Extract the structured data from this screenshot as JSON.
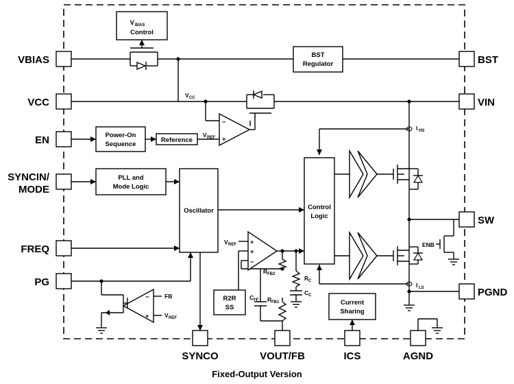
{
  "caption": "Fixed-Output Version",
  "pins": {
    "vbias": "VBIAS",
    "vcc": "VCC",
    "en": "EN",
    "syncin_1": "SYNCIN/",
    "syncin_2": "MODE",
    "freq": "FREQ",
    "pg": "PG",
    "bst": "BST",
    "vin": "VIN",
    "sw": "SW",
    "pgnd": "PGND",
    "synco": "SYNCO",
    "vout": "VOUT/FB",
    "ics": "ICS",
    "agnd": "AGND"
  },
  "blocks": {
    "vbias_ctrl_1": "V",
    "vbias_ctrl_sub": "BIAS",
    "vbias_ctrl_2": "Control",
    "bst_reg_1": "BST",
    "bst_reg_2": "Regulator",
    "por_1": "Power-On",
    "por_2": "Sequence",
    "reference": "Reference",
    "pll_1": "PLL and",
    "pll_2": "Mode Logic",
    "oscillator": "Oscillator",
    "ctrl_1": "Control",
    "ctrl_2": "Logic",
    "r2r_1": "R2R",
    "r2r_2": "SS",
    "share_1": "Current",
    "share_2": "Sharing"
  },
  "signals": {
    "vcc_node": "V",
    "vcc_node_sub": "CC",
    "vref_ldo": "V",
    "vref_ldo_sub": "REF",
    "vref_ea": "V",
    "vref_ea_sub": "REF",
    "vref_pg": "V",
    "vref_pg_sub": "REF",
    "fb": "FB",
    "ihs": "I",
    "ihs_sub": "HS",
    "ils": "I",
    "ils_sub": "LS",
    "enb": "ENB",
    "rfb2": "R",
    "rfb2_sub": "FB2",
    "rfb1": "R",
    "rfb1_sub": "FB1",
    "cff": "C",
    "cff_sub": "FF",
    "rc": "R",
    "rc_sub": "C",
    "cc": "C",
    "cc_sub": "C",
    "plus": "+",
    "minus": "−"
  }
}
